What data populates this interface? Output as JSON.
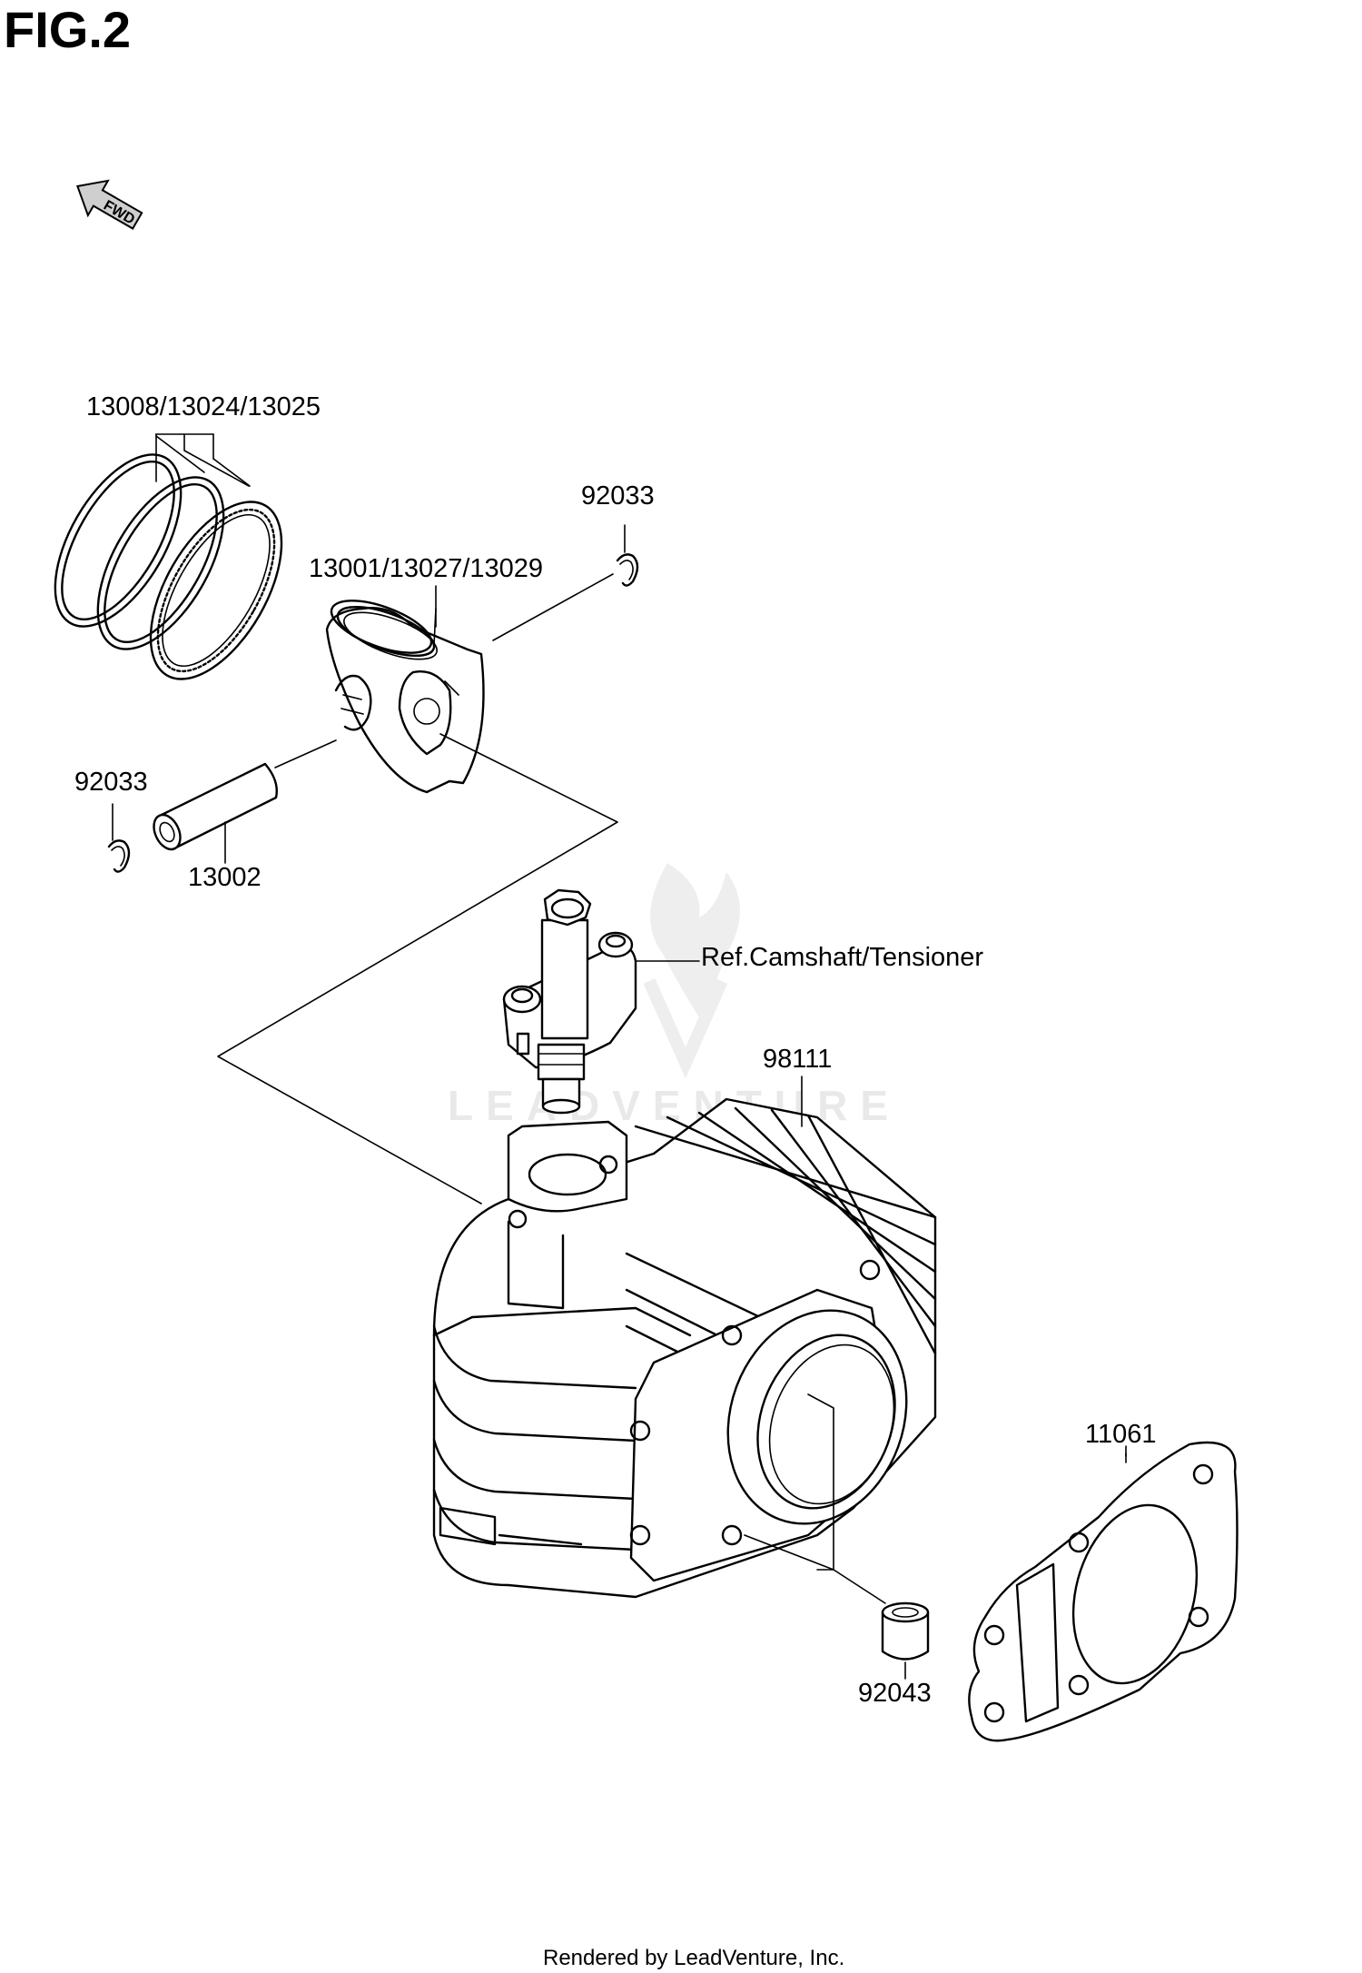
{
  "figure_title": "FIG.2",
  "fwd_label": "FWD",
  "watermark": "LEADVENTURE",
  "footer": "Rendered by LeadVenture, Inc.",
  "parts": {
    "piston_rings": "13008/13024/13025",
    "piston": "13001/13027/13029",
    "circlip_right": "92033",
    "circlip_left": "92033",
    "piston_pin": "13002",
    "tensioner_ref": "Ref.Camshaft/Tensioner",
    "cylinder": "98111",
    "gasket": "11061",
    "dowel_pin": "92043"
  }
}
